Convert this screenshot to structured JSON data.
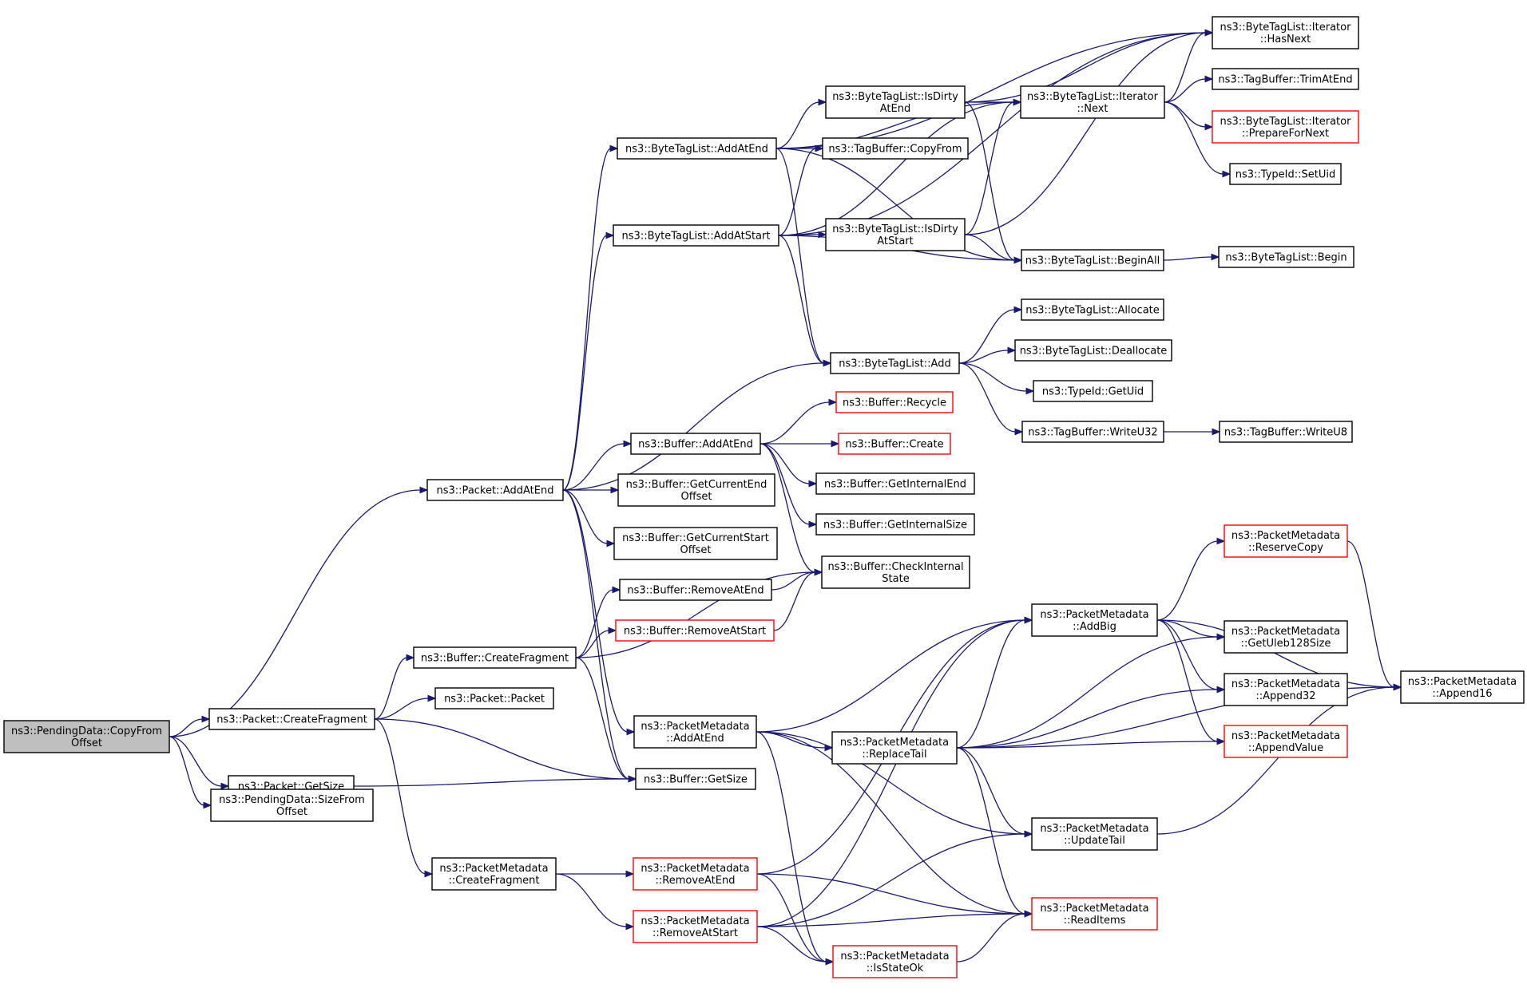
{
  "colors": {
    "edge": "#191970",
    "node_border": "#000000",
    "node_border_truncated": "#ff0000",
    "root_fill": "#bfbfbf",
    "node_fill": "#ffffff"
  },
  "nodes": [
    {
      "id": "n0",
      "lines": [
        "ns3::PendingData::CopyFrom",
        "Offset"
      ],
      "root": true,
      "truncated": false
    },
    {
      "id": "n1",
      "lines": [
        "ns3::Packet::AddAtEnd"
      ],
      "truncated": false
    },
    {
      "id": "n2",
      "lines": [
        "ns3::Packet::CreateFragment"
      ],
      "truncated": false
    },
    {
      "id": "n3",
      "lines": [
        "ns3::Packet::GetSize"
      ],
      "truncated": false
    },
    {
      "id": "n4",
      "lines": [
        "ns3::PendingData::SizeFrom",
        "Offset"
      ],
      "truncated": false
    },
    {
      "id": "n5",
      "lines": [
        "ns3::ByteTagList::AddAtEnd"
      ],
      "truncated": false
    },
    {
      "id": "n6",
      "lines": [
        "ns3::ByteTagList::AddAtStart"
      ],
      "truncated": false
    },
    {
      "id": "n7",
      "lines": [
        "ns3::ByteTagList::Add"
      ],
      "truncated": false
    },
    {
      "id": "n8",
      "lines": [
        "ns3::Buffer::AddAtEnd"
      ],
      "truncated": false
    },
    {
      "id": "n9",
      "lines": [
        "ns3::Buffer::GetCurrentEnd",
        "Offset"
      ],
      "truncated": false
    },
    {
      "id": "n10",
      "lines": [
        "ns3::Buffer::GetCurrentStart",
        "Offset"
      ],
      "truncated": false
    },
    {
      "id": "n11",
      "lines": [
        "ns3::Buffer::RemoveAtEnd"
      ],
      "truncated": false
    },
    {
      "id": "n12",
      "lines": [
        "ns3::Buffer::RemoveAtStart"
      ],
      "truncated": true
    },
    {
      "id": "n13",
      "lines": [
        "ns3::Buffer::CreateFragment"
      ],
      "truncated": false
    },
    {
      "id": "n14",
      "lines": [
        "ns3::Packet::Packet"
      ],
      "truncated": false
    },
    {
      "id": "n15",
      "lines": [
        "ns3::PacketMetadata",
        "::AddAtEnd"
      ],
      "truncated": false
    },
    {
      "id": "n16",
      "lines": [
        "ns3::Buffer::GetSize"
      ],
      "truncated": false
    },
    {
      "id": "n17",
      "lines": [
        "ns3::PacketMetadata",
        "::CreateFragment"
      ],
      "truncated": false
    },
    {
      "id": "n18",
      "lines": [
        "ns3::PacketMetadata",
        "::RemoveAtEnd"
      ],
      "truncated": true
    },
    {
      "id": "n19",
      "lines": [
        "ns3::PacketMetadata",
        "::RemoveAtStart"
      ],
      "truncated": true
    },
    {
      "id": "n20",
      "lines": [
        "ns3::ByteTagList::IsDirty",
        "AtEnd"
      ],
      "truncated": false
    },
    {
      "id": "n21",
      "lines": [
        "ns3::TagBuffer::CopyFrom"
      ],
      "truncated": false
    },
    {
      "id": "n22",
      "lines": [
        "ns3::ByteTagList::IsDirty",
        "AtStart"
      ],
      "truncated": false
    },
    {
      "id": "n23",
      "lines": [
        "ns3::Buffer::Recycle"
      ],
      "truncated": true
    },
    {
      "id": "n24",
      "lines": [
        "ns3::Buffer::Create"
      ],
      "truncated": true
    },
    {
      "id": "n25",
      "lines": [
        "ns3::Buffer::GetInternalEnd"
      ],
      "truncated": false
    },
    {
      "id": "n26",
      "lines": [
        "ns3::Buffer::GetInternalSize"
      ],
      "truncated": false
    },
    {
      "id": "n27",
      "lines": [
        "ns3::Buffer::CheckInternal",
        "State"
      ],
      "truncated": false
    },
    {
      "id": "n28",
      "lines": [
        "ns3::PacketMetadata",
        "::ReplaceTail"
      ],
      "truncated": false
    },
    {
      "id": "n29",
      "lines": [
        "ns3::PacketMetadata",
        "::IsStateOk"
      ],
      "truncated": true
    },
    {
      "id": "n30",
      "lines": [
        "ns3::ByteTagList::Iterator",
        "::HasNext"
      ],
      "truncated": false
    },
    {
      "id": "n31",
      "lines": [
        "ns3::ByteTagList::Iterator",
        "::Next"
      ],
      "truncated": false
    },
    {
      "id": "n32",
      "lines": [
        "ns3::ByteTagList::BeginAll"
      ],
      "truncated": false
    },
    {
      "id": "n33",
      "lines": [
        "ns3::ByteTagList::Allocate"
      ],
      "truncated": false
    },
    {
      "id": "n34",
      "lines": [
        "ns3::ByteTagList::Deallocate"
      ],
      "truncated": false
    },
    {
      "id": "n35",
      "lines": [
        "ns3::TypeId::GetUid"
      ],
      "truncated": false
    },
    {
      "id": "n36",
      "lines": [
        "ns3::TagBuffer::WriteU32"
      ],
      "truncated": false
    },
    {
      "id": "n37",
      "lines": [
        "ns3::PacketMetadata",
        "::AddBig"
      ],
      "truncated": false
    },
    {
      "id": "n38",
      "lines": [
        "ns3::PacketMetadata",
        "::UpdateTail"
      ],
      "truncated": false
    },
    {
      "id": "n39",
      "lines": [
        "ns3::PacketMetadata",
        "::ReadItems"
      ],
      "truncated": true
    },
    {
      "id": "n40",
      "lines": [
        "ns3::TagBuffer::TrimAtEnd"
      ],
      "truncated": false
    },
    {
      "id": "n41",
      "lines": [
        "ns3::ByteTagList::Iterator",
        "::PrepareForNext"
      ],
      "truncated": true
    },
    {
      "id": "n42",
      "lines": [
        "ns3::TypeId::SetUid"
      ],
      "truncated": false
    },
    {
      "id": "n43",
      "lines": [
        "ns3::ByteTagList::Begin"
      ],
      "truncated": false
    },
    {
      "id": "n44",
      "lines": [
        "ns3::TagBuffer::WriteU8"
      ],
      "truncated": false
    },
    {
      "id": "n45",
      "lines": [
        "ns3::PacketMetadata",
        "::ReserveCopy"
      ],
      "truncated": true
    },
    {
      "id": "n46",
      "lines": [
        "ns3::PacketMetadata",
        "::GetUleb128Size"
      ],
      "truncated": false
    },
    {
      "id": "n47",
      "lines": [
        "ns3::PacketMetadata",
        "::Append32"
      ],
      "truncated": false
    },
    {
      "id": "n48",
      "lines": [
        "ns3::PacketMetadata",
        "::AppendValue"
      ],
      "truncated": true
    },
    {
      "id": "n49",
      "lines": [
        "ns3::PacketMetadata",
        "::Append16"
      ],
      "truncated": false
    }
  ],
  "edges": [
    [
      "n0",
      "n1"
    ],
    [
      "n0",
      "n2"
    ],
    [
      "n0",
      "n3"
    ],
    [
      "n0",
      "n4"
    ],
    [
      "n1",
      "n5"
    ],
    [
      "n1",
      "n6"
    ],
    [
      "n1",
      "n7"
    ],
    [
      "n1",
      "n8"
    ],
    [
      "n1",
      "n9"
    ],
    [
      "n1",
      "n10"
    ],
    [
      "n1",
      "n15"
    ],
    [
      "n1",
      "n16"
    ],
    [
      "n2",
      "n13"
    ],
    [
      "n2",
      "n14"
    ],
    [
      "n2",
      "n16"
    ],
    [
      "n2",
      "n17"
    ],
    [
      "n3",
      "n16"
    ],
    [
      "n5",
      "n30"
    ],
    [
      "n5",
      "n20"
    ],
    [
      "n5",
      "n31"
    ],
    [
      "n5",
      "n21"
    ],
    [
      "n5",
      "n7"
    ],
    [
      "n5",
      "n32"
    ],
    [
      "n6",
      "n30"
    ],
    [
      "n6",
      "n31"
    ],
    [
      "n6",
      "n21"
    ],
    [
      "n6",
      "n22"
    ],
    [
      "n6",
      "n7"
    ],
    [
      "n6",
      "n32"
    ],
    [
      "n7",
      "n33"
    ],
    [
      "n7",
      "n34"
    ],
    [
      "n7",
      "n35"
    ],
    [
      "n7",
      "n36"
    ],
    [
      "n8",
      "n23"
    ],
    [
      "n8",
      "n24"
    ],
    [
      "n8",
      "n25"
    ],
    [
      "n8",
      "n26"
    ],
    [
      "n8",
      "n27"
    ],
    [
      "n11",
      "n27"
    ],
    [
      "n12",
      "n27"
    ],
    [
      "n13",
      "n11"
    ],
    [
      "n13",
      "n12"
    ],
    [
      "n13",
      "n27"
    ],
    [
      "n13",
      "n16"
    ],
    [
      "n15",
      "n37"
    ],
    [
      "n15",
      "n28"
    ],
    [
      "n15",
      "n38"
    ],
    [
      "n15",
      "n39"
    ],
    [
      "n15",
      "n29"
    ],
    [
      "n17",
      "n18"
    ],
    [
      "n17",
      "n19"
    ],
    [
      "n18",
      "n37"
    ],
    [
      "n18",
      "n39"
    ],
    [
      "n18",
      "n29"
    ],
    [
      "n19",
      "n37"
    ],
    [
      "n19",
      "n38"
    ],
    [
      "n19",
      "n29"
    ],
    [
      "n19",
      "n39"
    ],
    [
      "n20",
      "n31"
    ],
    [
      "n20",
      "n32"
    ],
    [
      "n20",
      "n30"
    ],
    [
      "n22",
      "n31"
    ],
    [
      "n22",
      "n32"
    ],
    [
      "n22",
      "n30"
    ],
    [
      "n28",
      "n37"
    ],
    [
      "n28",
      "n46"
    ],
    [
      "n28",
      "n47"
    ],
    [
      "n28",
      "n48"
    ],
    [
      "n28",
      "n49"
    ],
    [
      "n28",
      "n38"
    ],
    [
      "n28",
      "n39"
    ],
    [
      "n29",
      "n39"
    ],
    [
      "n31",
      "n30"
    ],
    [
      "n31",
      "n40"
    ],
    [
      "n31",
      "n41"
    ],
    [
      "n31",
      "n42"
    ],
    [
      "n32",
      "n43"
    ],
    [
      "n36",
      "n44"
    ],
    [
      "n37",
      "n45"
    ],
    [
      "n37",
      "n46"
    ],
    [
      "n37",
      "n47"
    ],
    [
      "n37",
      "n48"
    ],
    [
      "n37",
      "n49"
    ],
    [
      "n38",
      "n49"
    ],
    [
      "n45",
      "n49"
    ]
  ]
}
